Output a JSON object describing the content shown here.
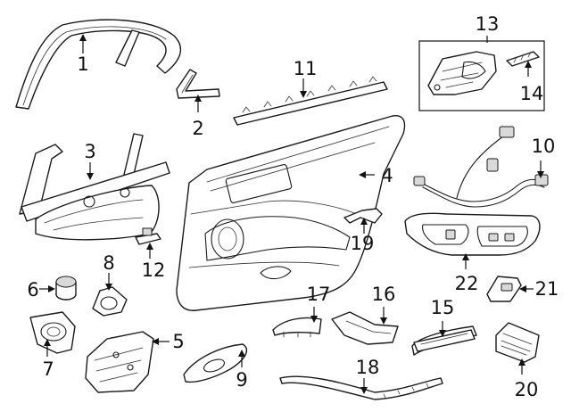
{
  "callouts": {
    "c1": "1",
    "c2": "2",
    "c3": "3",
    "c4": "4",
    "c5": "5",
    "c6": "6",
    "c7": "7",
    "c8": "8",
    "c9": "9",
    "c10": "10",
    "c11": "11",
    "c12": "12",
    "c13": "13",
    "c14": "14",
    "c15": "15",
    "c16": "16",
    "c17": "17",
    "c18": "18",
    "c19": "19",
    "c20": "20",
    "c21": "21",
    "c22": "22"
  },
  "colors": {
    "line": "#1a1a1a",
    "background": "#ffffff",
    "shade": "#d9d9d9"
  }
}
